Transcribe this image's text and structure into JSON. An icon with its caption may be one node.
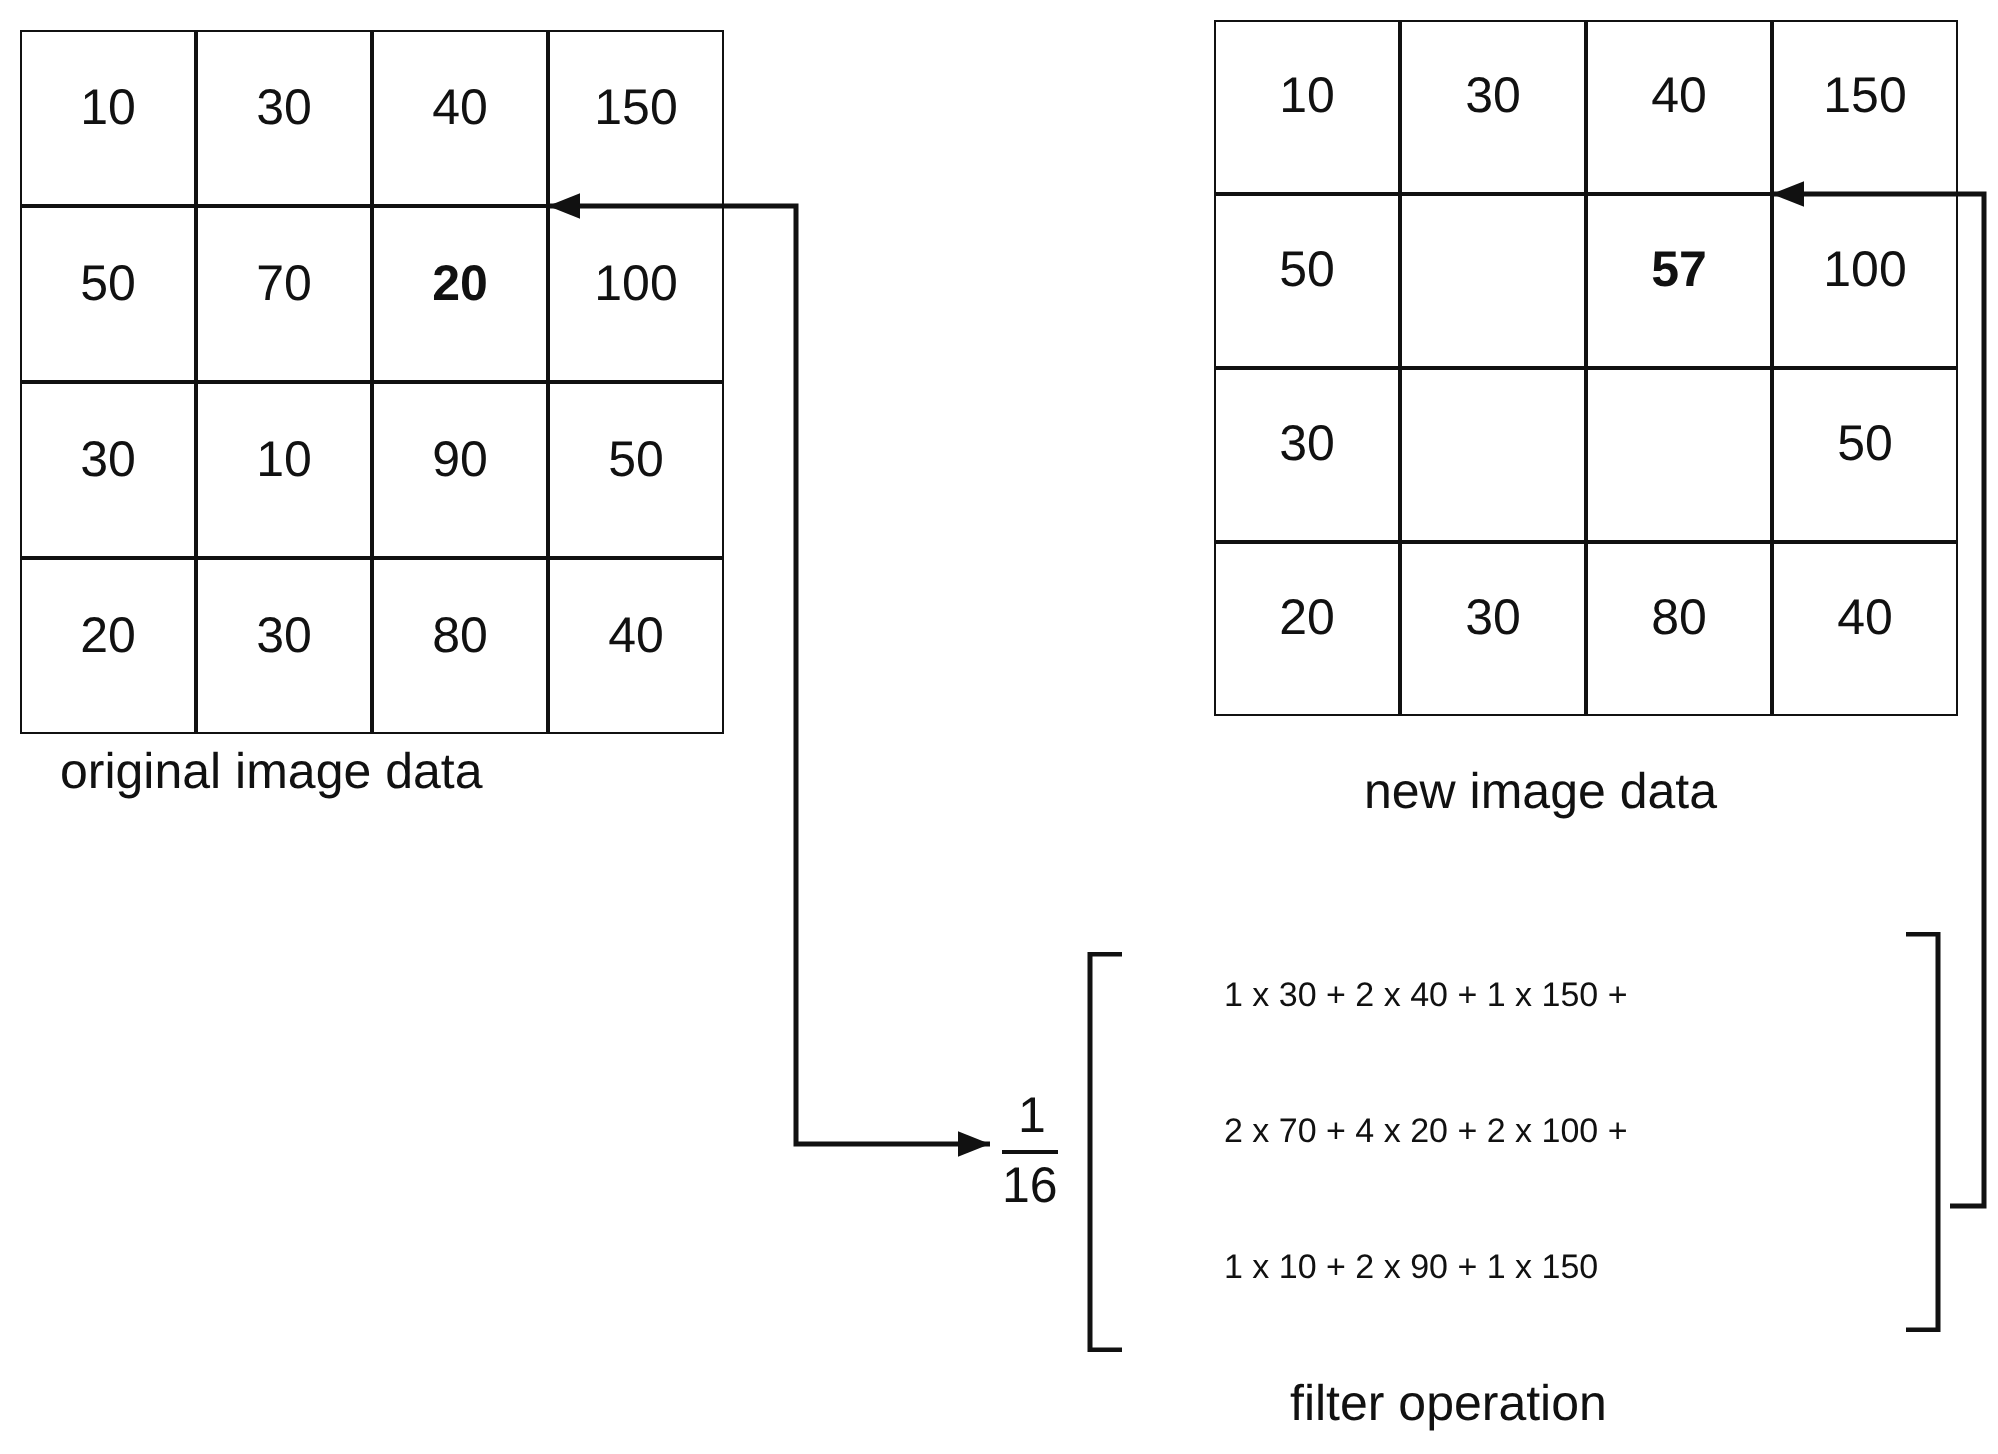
{
  "diagram": {
    "nodes": [
      {
        "text": [
          "original image data"
        ]
      },
      {
        "text": [
          "10"
        ],
        "in": 0
      },
      {
        "text": [
          "30"
        ],
        "in": 0
      },
      {
        "text": [
          "40"
        ],
        "in": 0
      },
      {
        "text": [
          "150"
        ],
        "in": 0
      },
      {
        "text": [
          "50"
        ],
        "in": 0
      },
      {
        "text": [
          "70"
        ],
        "in": 0
      },
      {
        "text": [
          "20"
        ],
        "in": 0
      },
      {
        "text": [
          "100"
        ],
        "in": 0
      },
      {
        "text": [
          "30"
        ],
        "in": 0
      },
      {
        "text": [
          "10"
        ],
        "in": 0
      },
      {
        "text": [
          "90"
        ],
        "in": 0
      },
      {
        "text": [
          "50"
        ],
        "in": 0
      },
      {
        "text": [
          "20"
        ],
        "in": 0
      },
      {
        "text": [
          "30"
        ],
        "in": 0
      },
      {
        "text": [
          "80"
        ],
        "in": 0
      },
      {
        "text": [
          "40"
        ],
        "in": 0
      },
      {
        "text": [
          "new image data"
        ]
      },
      {
        "text": [
          "10"
        ],
        "in": 17
      },
      {
        "text": [
          "30"
        ],
        "in": 17
      },
      {
        "text": [
          "40"
        ],
        "in": 17
      },
      {
        "text": [
          "150"
        ],
        "in": 17
      },
      {
        "text": [
          "50"
        ],
        "in": 17
      },
      {
        "text": [],
        "shape": "box",
        "in": 17
      },
      {
        "text": [
          "57"
        ],
        "in": 17
      },
      {
        "text": [
          "100"
        ],
        "in": 17
      },
      {
        "text": [
          "30"
        ],
        "in": 17
      },
      {
        "text": [],
        "shape": "box",
        "in": 17
      },
      {
        "text": [],
        "shape": "box",
        "in": 17
      },
      {
        "text": [
          "50"
        ],
        "in": 17
      },
      {
        "text": [
          "20"
        ],
        "in": 17
      },
      {
        "text": [
          "30"
        ],
        "in": 17
      },
      {
        "text": [
          "80"
        ],
        "in": 17
      },
      {
        "text": [
          "40"
        ],
        "in": 17
      },
      {
        "text": [
          "1",
          "16",
          "1 x 30 + 2 x 40 + 1 x 150 +",
          "2 x 70 + 4 x 20 + 2 x 100 +",
          "1 x 10 + 2 x 90 + 1 x 150",
          "filter operation"
        ]
      }
    ],
    "edges": [
      {
        "from": 7,
        "to": 34,
        "arrow": "both"
      },
      {
        "from": 34,
        "to": 24,
        "arrow": "to"
      }
    ]
  }
}
